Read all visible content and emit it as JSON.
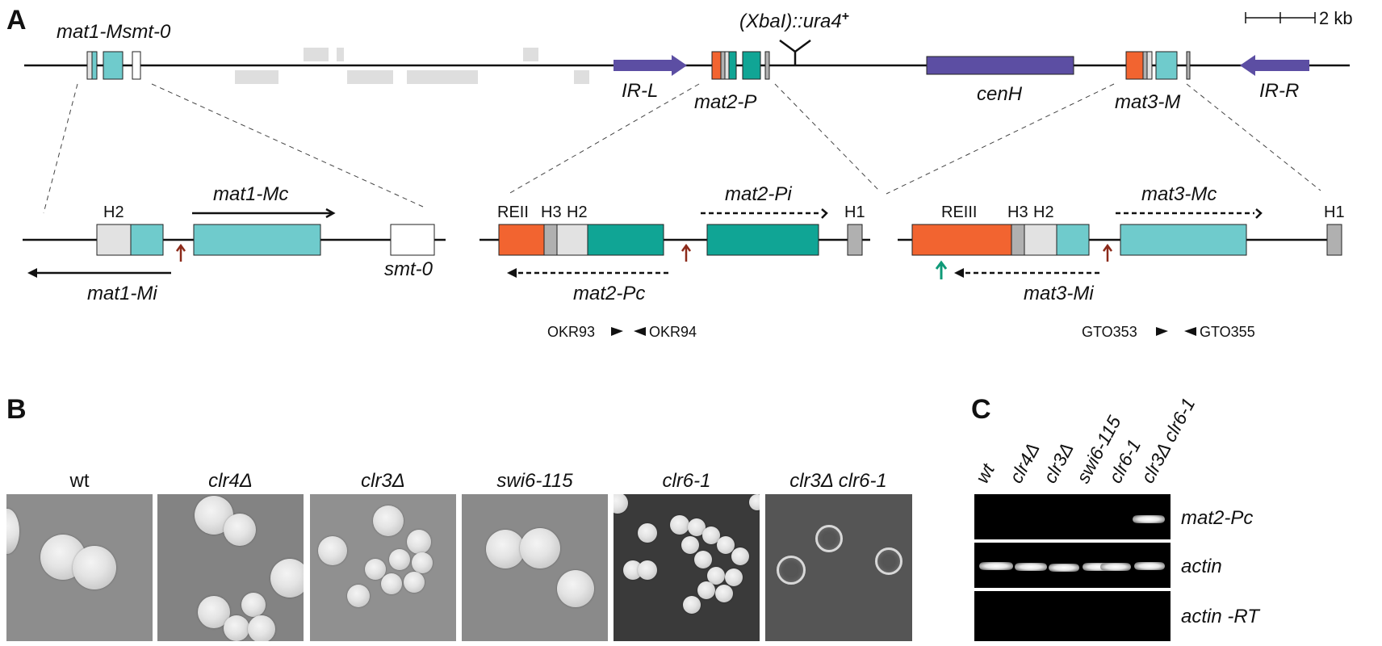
{
  "panels": {
    "a": "A",
    "b": "B",
    "c": "C"
  },
  "panelA": {
    "scale_bar": "2 kb",
    "locus_labels": {
      "mat1": "mat1-Msmt-0",
      "insertion": "(XbaI)::ura4",
      "insertion_sup": "+",
      "irl": "IR-L",
      "mat2": "mat2-P",
      "cenh": "cenH",
      "mat3": "mat3-M",
      "irr": "IR-R"
    },
    "mat1_detail": {
      "h2": "H2",
      "mc": "mat1-Mc",
      "mi": "mat1-Mi",
      "smt": "smt-0"
    },
    "mat2_detail": {
      "reii": "REII",
      "h3": "H3",
      "h2": "H2",
      "pi": "mat2-Pi",
      "h1": "H1",
      "pc": "mat2-Pc",
      "primer_fwd": "OKR93",
      "primer_rev": "OKR94"
    },
    "mat3_detail": {
      "reiii": "REIII",
      "h3": "H3",
      "h2": "H2",
      "mc": "mat3-Mc",
      "h1": "H1",
      "mi": "mat3-Mi",
      "primer_fwd": "GTO353",
      "primer_rev": "GTO355"
    },
    "colors": {
      "orange": "#f26430",
      "teal_dark": "#10a595",
      "teal_light": "#6fcbcc",
      "purple": "#5c4ea3",
      "grey_light": "#e2e2e2",
      "grey_mid": "#b0b0b0",
      "dark_red": "#8c2a1a",
      "green": "#0f9a78"
    }
  },
  "panelB": {
    "strains": [
      "wt",
      "clr4Δ",
      "clr3Δ",
      "swi6-115",
      "clr6-1",
      "clr3Δ clr6-1"
    ],
    "strain_italic": [
      false,
      true,
      true,
      true,
      true,
      true
    ]
  },
  "panelC": {
    "lanes": [
      "wt",
      "clr4Δ",
      "clr3Δ",
      "swi6-115",
      "clr6-1",
      "clr3Δ clr6-1"
    ],
    "rows": [
      "mat2-Pc",
      "actin",
      "actin -RT"
    ],
    "band_presence": {
      "mat2-Pc": [
        false,
        false,
        false,
        false,
        false,
        true
      ],
      "actin": [
        true,
        true,
        true,
        true,
        true,
        true
      ],
      "actin -RT": [
        false,
        false,
        false,
        false,
        false,
        false
      ]
    }
  }
}
